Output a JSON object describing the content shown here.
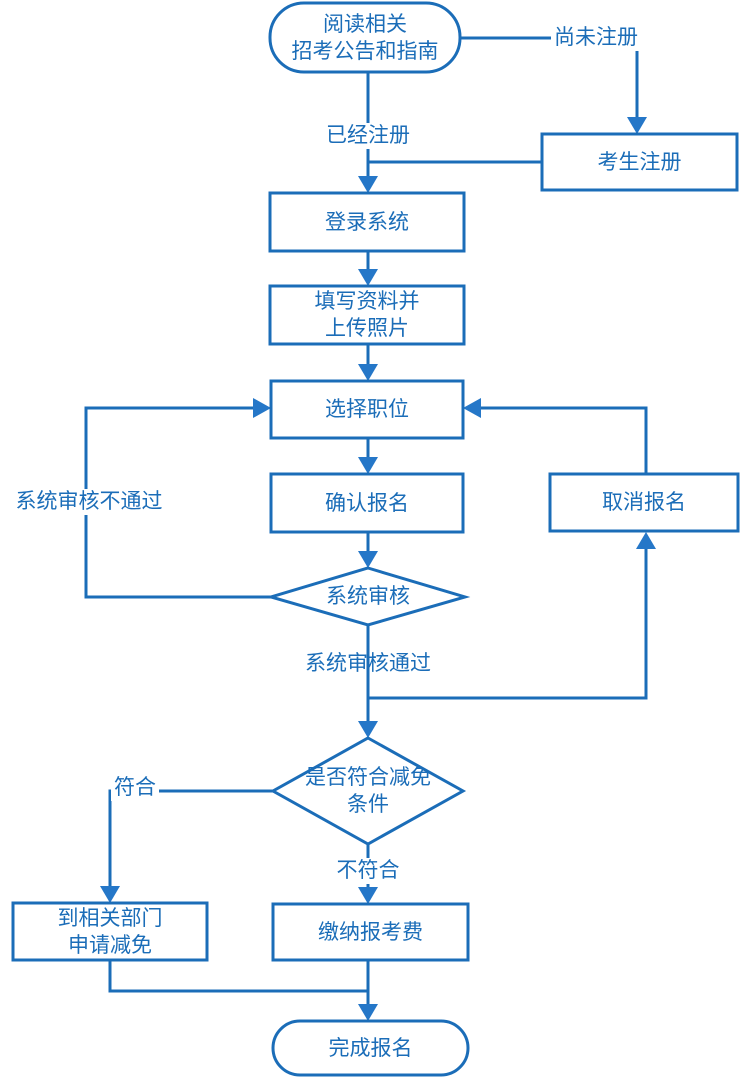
{
  "colors": {
    "line": "#1b6db8",
    "arrow": "#2577c8",
    "ink": "#1b6db8",
    "bg": "#ffffff"
  },
  "nodes": {
    "start": {
      "line1": "阅读相关",
      "line2": "招考公告和指南"
    },
    "register": {
      "line1": "考生注册"
    },
    "login": {
      "line1": "登录系统"
    },
    "fill_info": {
      "line1": "填写资料并",
      "line2": "上传照片"
    },
    "select_position": {
      "line1": "选择职位"
    },
    "confirm_signup": {
      "line1": "确认报名"
    },
    "cancel_signup": {
      "line1": "取消报名"
    },
    "system_review": {
      "line1": "系统审核"
    },
    "waiver_check": {
      "line1": "是否符合减免",
      "line2": "条件"
    },
    "apply_waiver": {
      "line1": "到相关部门",
      "line2": "申请减免"
    },
    "pay_fee": {
      "line1": "缴纳报考费"
    },
    "finish": {
      "line1": "完成报名"
    }
  },
  "edge_labels": {
    "not_registered": "尚未注册",
    "registered": "已经注册",
    "review_failed": "系统审核不通过",
    "review_passed": "系统审核通过",
    "eligible": "符合",
    "not_eligible": "不符合"
  }
}
